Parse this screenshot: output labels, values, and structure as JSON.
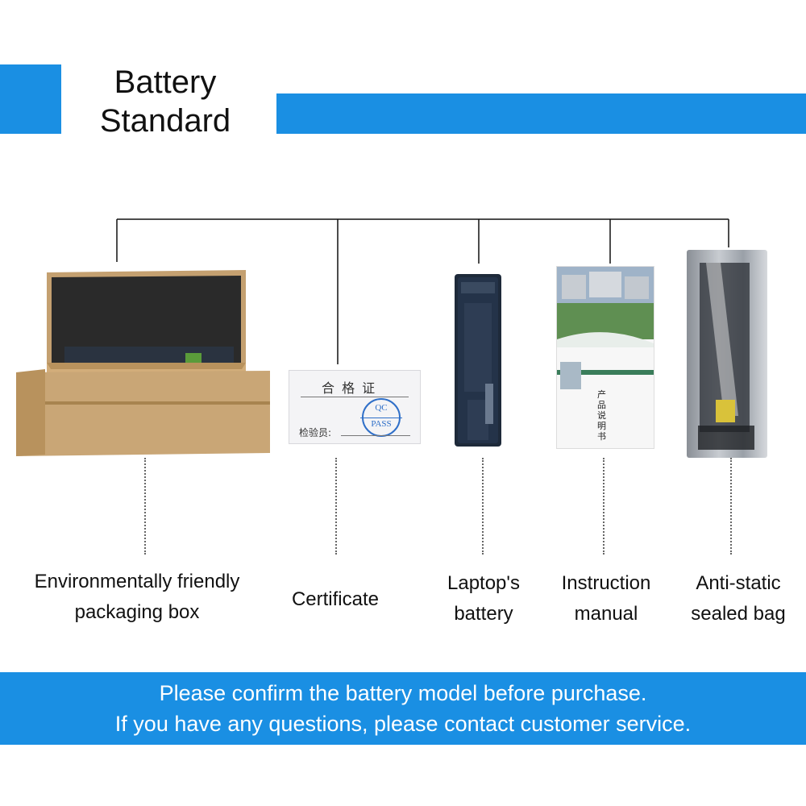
{
  "colors": {
    "accent": "#1a8fe3",
    "banner": "#1a8fe3",
    "box_kraft": "#c9a676",
    "box_kraft_dark": "#a8844f"
  },
  "header": {
    "title_line1": "Battery",
    "title_line2": "Standard"
  },
  "certificate": {
    "title": "合 格 证",
    "stamp_top": "QC",
    "stamp_bottom": "PASS",
    "inspector": "检验员:"
  },
  "manual": {
    "cover_text": "产品说明书"
  },
  "items": [
    {
      "label_line1": "Environmentally friendly",
      "label_line2": "packaging box",
      "icon": "packaging-box-image"
    },
    {
      "label_line1": "Certificate",
      "label_line2": "",
      "icon": "certificate-image"
    },
    {
      "label_line1": "Laptop's",
      "label_line2": "battery",
      "icon": "laptop-battery-image"
    },
    {
      "label_line1": "Instruction",
      "label_line2": "manual",
      "icon": "instruction-manual-image"
    },
    {
      "label_line1": "Anti-static",
      "label_line2": "sealed bag",
      "icon": "anti-static-bag-image"
    }
  ],
  "footer": {
    "line1": "Please confirm the battery model before purchase.",
    "line2": "If you have any questions, please contact customer service."
  }
}
